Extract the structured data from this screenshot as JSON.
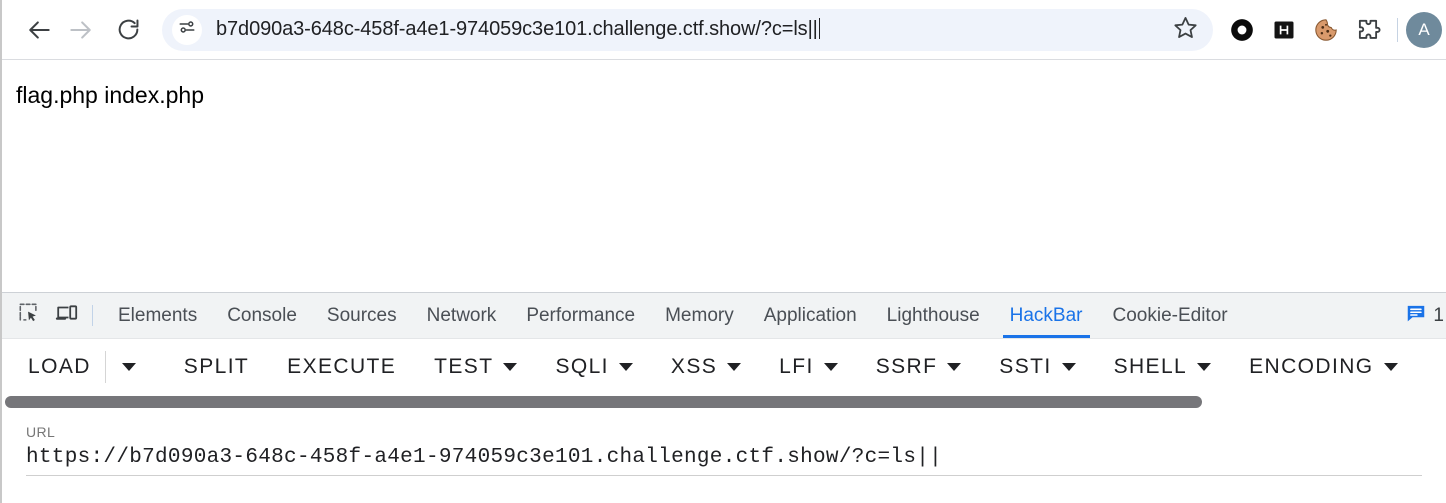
{
  "browser": {
    "nav": {
      "back_label": "Back",
      "forward_label": "Forward",
      "reload_label": "Reload"
    },
    "omnibox": {
      "url": "b7d090a3-648c-458f-a4e1-974059c3e101.challenge.ctf.show/?c=ls||",
      "site_info_icon": "tune-icon",
      "bookmark_icon": "star-icon"
    },
    "extensions": [
      {
        "name": "ring-extension-icon",
        "label": "O"
      },
      {
        "name": "hackbar-extension-icon",
        "label": "H"
      },
      {
        "name": "cookie-editor-extension-icon",
        "label": "cookie"
      },
      {
        "name": "extensions-puzzle-icon",
        "label": "puzzle"
      }
    ],
    "profile": {
      "initial": "A"
    }
  },
  "page": {
    "content": "flag.php index.php"
  },
  "devtools": {
    "icons": {
      "inspect": "inspect-element-icon",
      "device": "device-toolbar-icon"
    },
    "tabs": [
      {
        "label": "Elements",
        "active": false
      },
      {
        "label": "Console",
        "active": false
      },
      {
        "label": "Sources",
        "active": false
      },
      {
        "label": "Network",
        "active": false
      },
      {
        "label": "Performance",
        "active": false
      },
      {
        "label": "Memory",
        "active": false
      },
      {
        "label": "Application",
        "active": false
      },
      {
        "label": "Lighthouse",
        "active": false
      },
      {
        "label": "HackBar",
        "active": true
      },
      {
        "label": "Cookie-Editor",
        "active": false
      }
    ],
    "messages": {
      "icon": "message-icon",
      "count": "1"
    },
    "accent_color": "#1a73e8"
  },
  "hackbar": {
    "buttons": [
      {
        "label": "LOAD",
        "dropdown": false,
        "split_dropdown": true
      },
      {
        "label": "SPLIT",
        "dropdown": false,
        "split_dropdown": false
      },
      {
        "label": "EXECUTE",
        "dropdown": false,
        "split_dropdown": false
      },
      {
        "label": "TEST",
        "dropdown": true,
        "split_dropdown": false
      },
      {
        "label": "SQLI",
        "dropdown": true,
        "split_dropdown": false
      },
      {
        "label": "XSS",
        "dropdown": true,
        "split_dropdown": false
      },
      {
        "label": "LFI",
        "dropdown": true,
        "split_dropdown": false
      },
      {
        "label": "SSRF",
        "dropdown": true,
        "split_dropdown": false
      },
      {
        "label": "SSTI",
        "dropdown": true,
        "split_dropdown": false
      },
      {
        "label": "SHELL",
        "dropdown": true,
        "split_dropdown": false
      },
      {
        "label": "ENCODING",
        "dropdown": true,
        "split_dropdown": false
      }
    ],
    "url_field": {
      "label": "URL",
      "value": "https://b7d090a3-648c-458f-a4e1-974059c3e101.challenge.ctf.show/?c=ls||"
    }
  }
}
